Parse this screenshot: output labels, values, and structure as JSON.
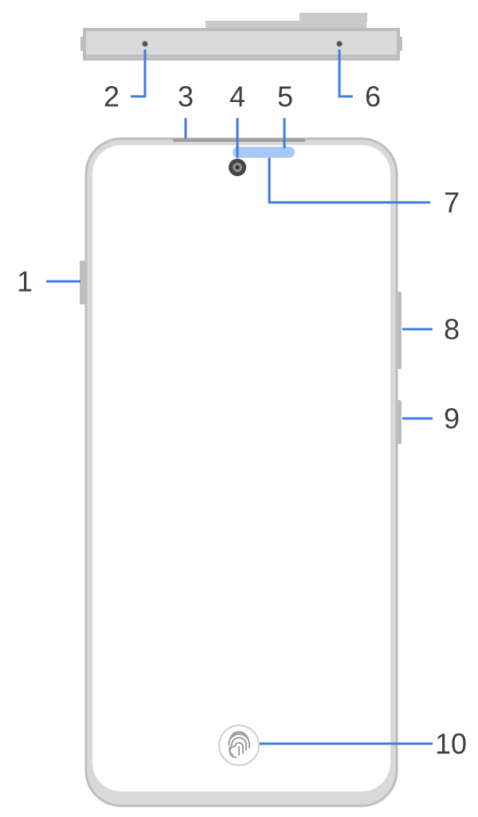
{
  "diagram": {
    "callouts": {
      "c1": "1",
      "c2": "2",
      "c3": "3",
      "c4": "4",
      "c5": "5",
      "c6": "6",
      "c7": "7",
      "c8": "8",
      "c9": "9",
      "c10": "10"
    },
    "colors": {
      "callout_line": "#3f7ee0",
      "sensor_highlight": "#a9c8f7",
      "body_outline": "#bdbdbd",
      "top_edge_fill": "#d9d9d9",
      "label_text": "#3c3f43"
    },
    "icons": {
      "fingerprint": "fingerprint-icon",
      "front_camera": "front-camera-icon"
    }
  }
}
